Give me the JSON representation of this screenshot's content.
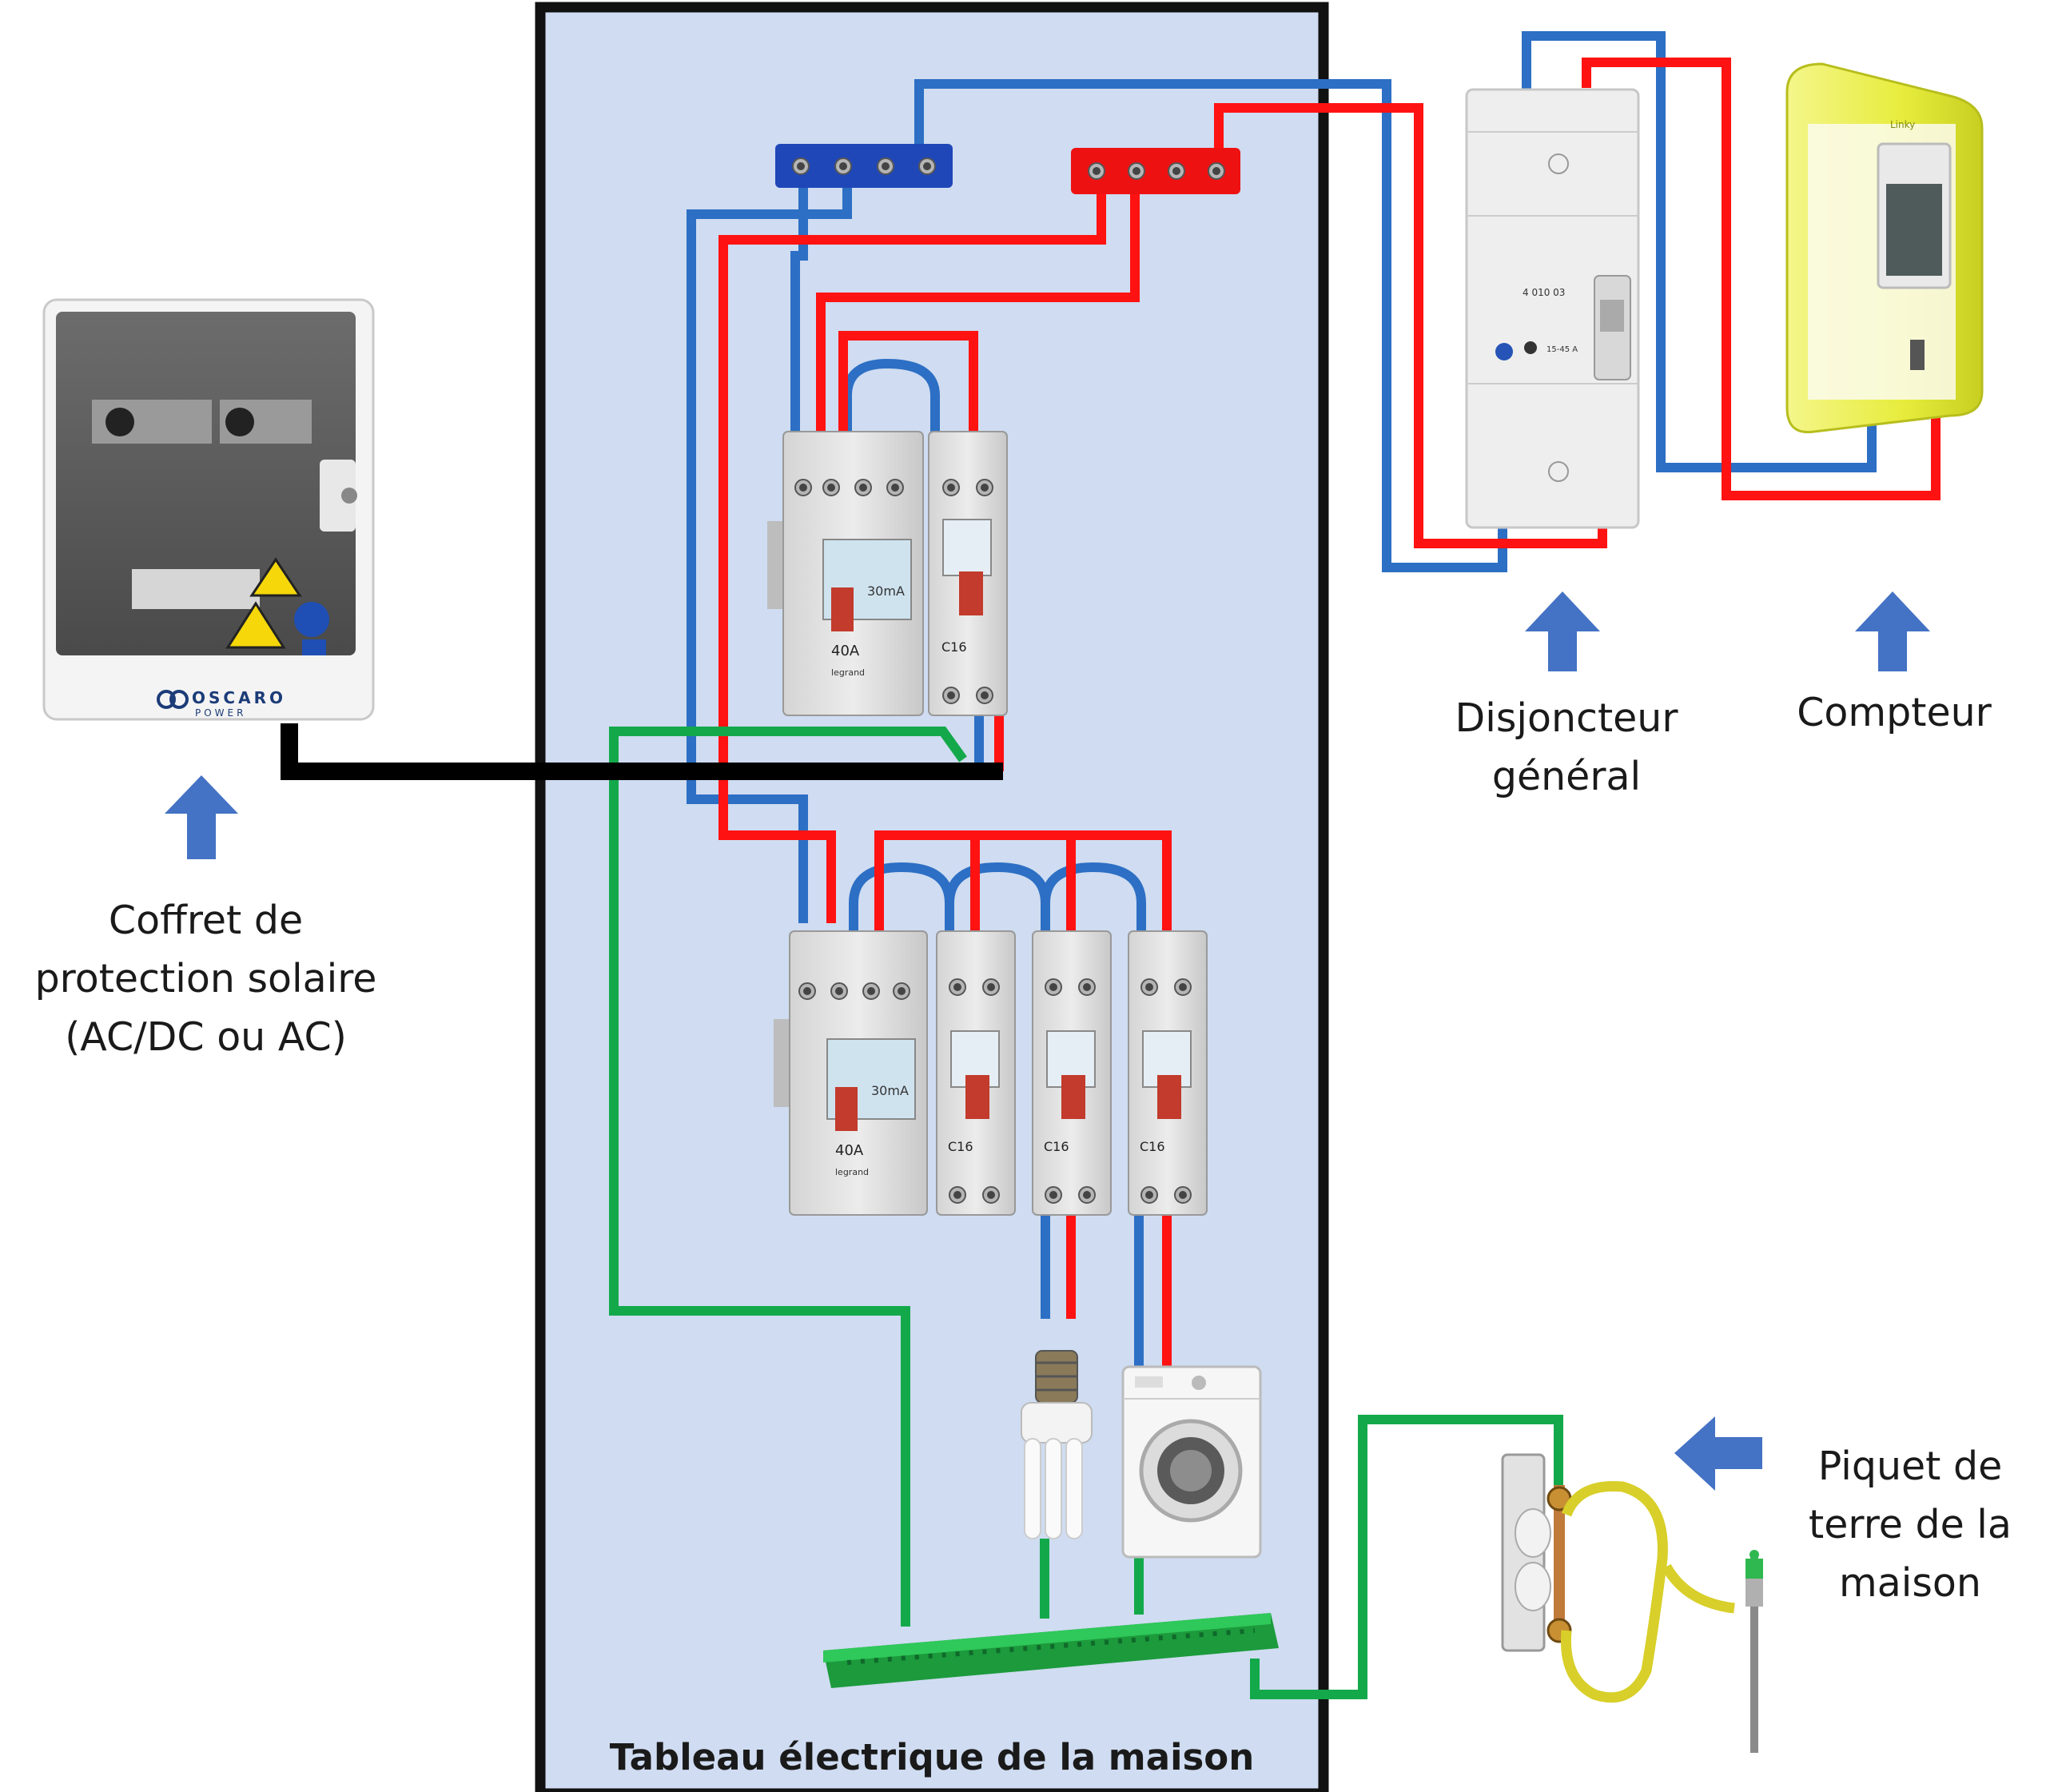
{
  "labels": {
    "solar_box": [
      "Coffret de",
      "protection solaire",
      "(AC/DC ou AC)"
    ],
    "breaker": [
      "Disjoncteur",
      "général"
    ],
    "meter": "Compteur",
    "ground": [
      "Piquet de",
      "terre de la",
      "maison"
    ],
    "panel_title": "Tableau électrique de la maison"
  },
  "device_text": {
    "brand": "OSCARO",
    "brand_sub": "POWER",
    "rcd_rating": "40A",
    "rcd_sensitivity": "30mA",
    "mcb_rating": "C16",
    "mcb_brand": "legrand",
    "breaker_ref": "4 010 03",
    "breaker_range": "15-45 A",
    "meter_brand": "Linky"
  },
  "colors": {
    "panel_bg": "#cfdcf1",
    "phase": "#ff1212",
    "neutral": "#2c6fc4",
    "earth": "#13a94b",
    "earth_cable": "#d8cf2a",
    "inverter_cable": "#000000",
    "arrow": "#4472c4",
    "meter_body": "#e6ec3a"
  }
}
